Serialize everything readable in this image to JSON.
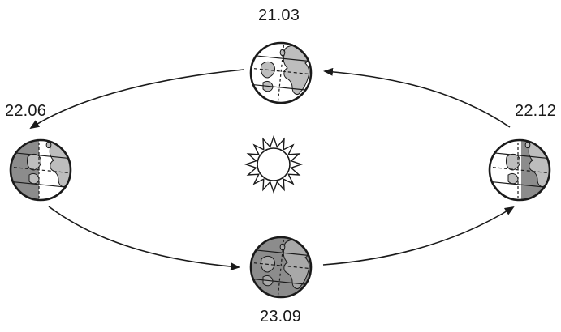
{
  "labels": {
    "spring": "21.03",
    "summer": "22.06",
    "autumn": "23.09",
    "winter": "22.12"
  },
  "colors": {
    "stroke": "#1a1a1a",
    "land_light": "#bdbdbd",
    "land_dark": "#8a8a8a",
    "night_shade": "#8c8c8c",
    "day": "#ffffff",
    "sun_fill": "#ffffff"
  },
  "icons": {
    "center": "sun-icon",
    "globe": "earth-globe-icon"
  }
}
